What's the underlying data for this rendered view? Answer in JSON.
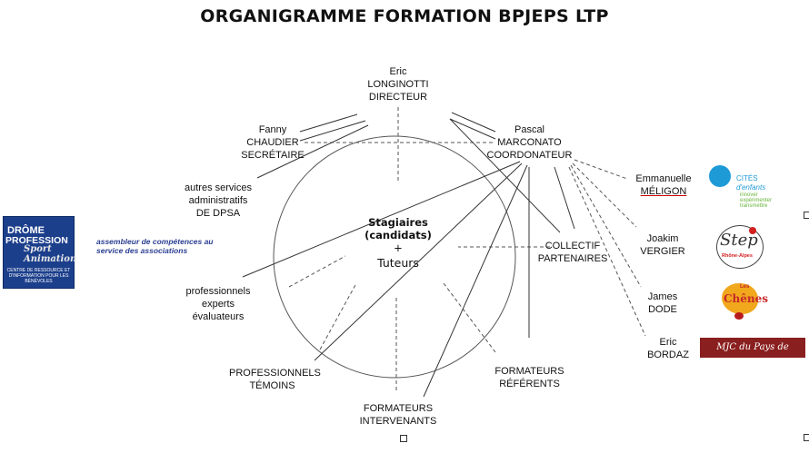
{
  "title": "ORGANIGRAMME FORMATION BPJEPS LTP",
  "center": {
    "line1": "Stagiaires",
    "line2": "(candidats)",
    "plus": "+",
    "line3": "Tuteurs"
  },
  "directeur": {
    "first": "Eric",
    "last": "LONGINOTTI",
    "role": "DIRECTEUR"
  },
  "secretaire": {
    "first": "Fanny",
    "last": "CHAUDIER",
    "role": "SECRÉTAIRE"
  },
  "coordonateur": {
    "first": "Pascal",
    "last": "MARCONATO",
    "role": "COORDONATEUR"
  },
  "services": {
    "line1": "autres services",
    "line2": "administratifs",
    "line3": "DE DPSA"
  },
  "experts": {
    "line1": "professionnels",
    "line2": "experts",
    "line3": "évaluateurs"
  },
  "collectif": {
    "line1": "COLLECTIF",
    "line2": "PARTENAIRES"
  },
  "temoins": {
    "line1": "PROFESSIONNELS",
    "line2": "TÉMOINS"
  },
  "intervenants": {
    "line1": "FORMATEURS",
    "line2": "INTERVENANTS"
  },
  "referents": {
    "line1": "FORMATEURS",
    "line2": "RÉFÉRENTS"
  },
  "partners": [
    {
      "first": "Emmanuelle",
      "last": "MÉLIGON"
    },
    {
      "first": "Joakim",
      "last": "VERGIER"
    },
    {
      "first": "James",
      "last": "DODE"
    },
    {
      "first": "Eric",
      "last": "BORDAZ"
    }
  ],
  "logos": {
    "drome": {
      "l1": "DRÔME",
      "l2": "PROFESSION",
      "l3": "Sport Animation",
      "l4": "CENTRE DE RESSOURCE ET D'INFORMATION POUR LES BÉNÉVOLES"
    },
    "drome_tagline": "assembleur de compétences au service des associations",
    "cites": {
      "t1": "CITÉS",
      "t2": "d'enfants",
      "t3": "innover expérimenter transmettre"
    },
    "step": {
      "name": "Step",
      "sub": "Rhône-Alpes"
    },
    "chenes": {
      "les": "Les",
      "name": "Chênes"
    },
    "mjc": "MJC du Pays de l'Herbasse"
  },
  "colors": {
    "line": "#333333",
    "dash": "#555555",
    "drome_blue": "#1c3f8c",
    "mjc_red": "#8a1f1f"
  }
}
